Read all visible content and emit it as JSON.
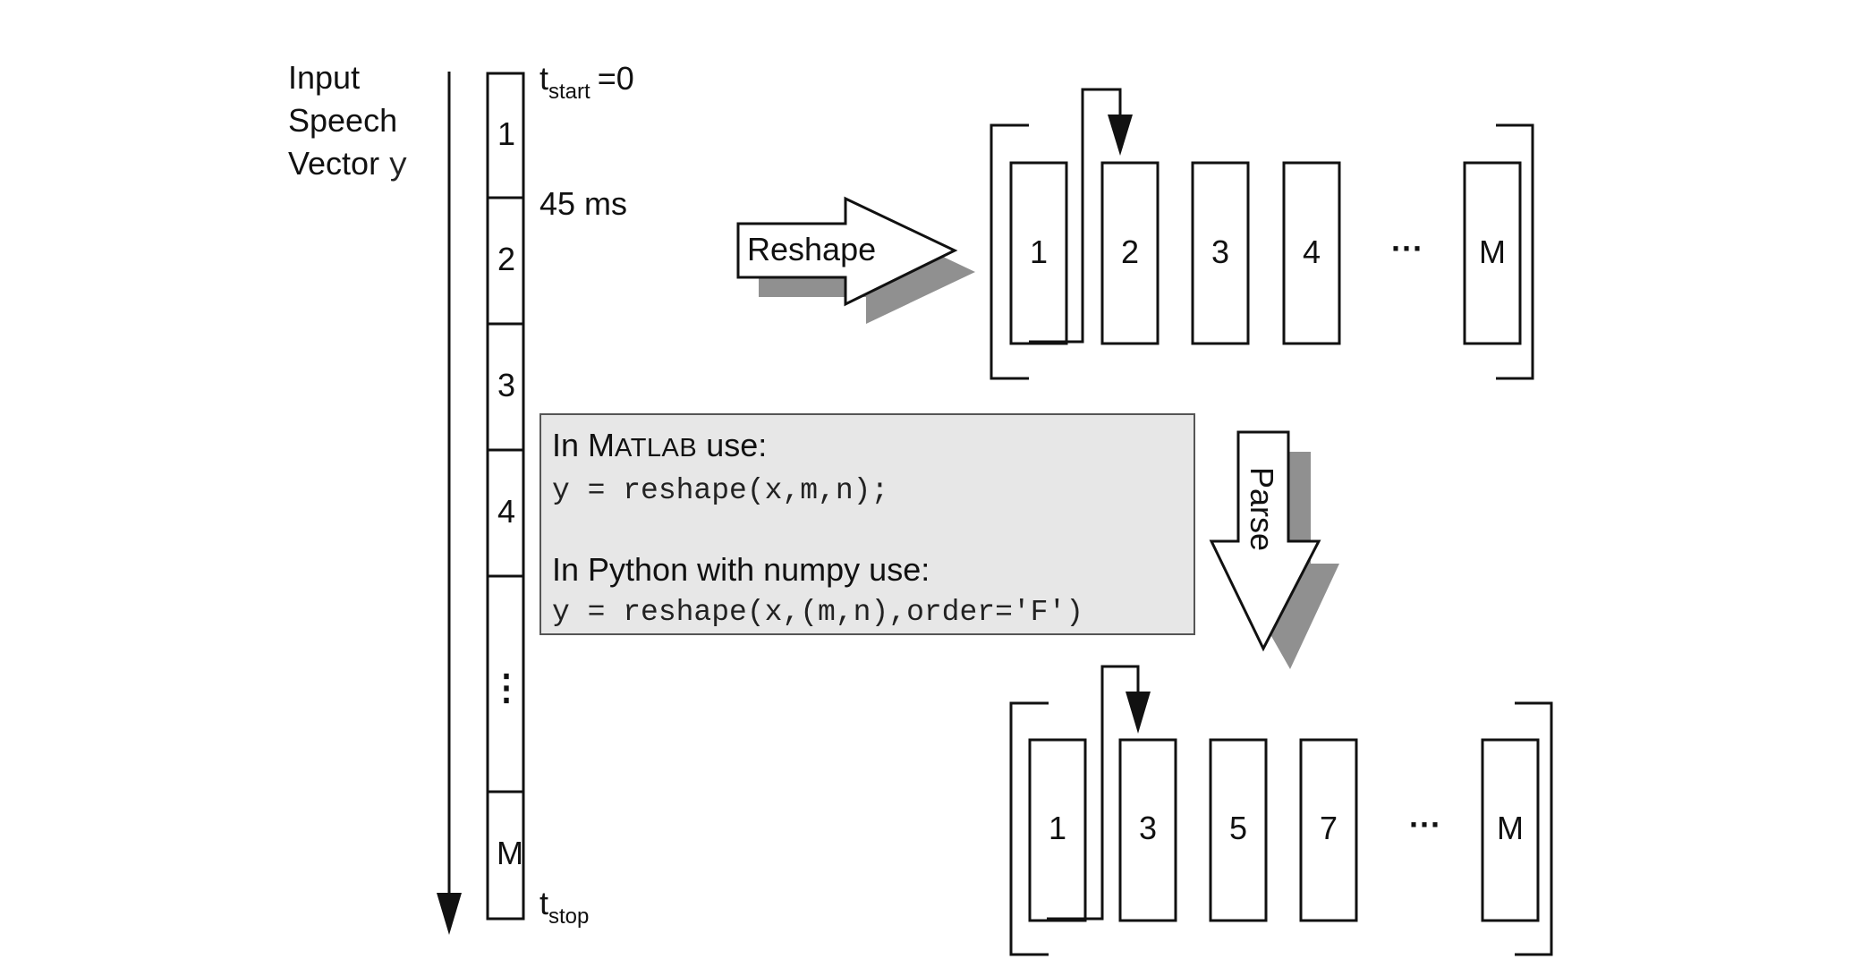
{
  "input_label": {
    "line1": "Input",
    "line2": "Speech",
    "line3_text": "Vector",
    "line3_var": "y"
  },
  "time_labels": {
    "t_start_base": "t",
    "t_start_sub": "start",
    "t_start_value": "=0",
    "frame_duration": "45 ms",
    "t_stop_base": "t",
    "t_stop_sub": "stop"
  },
  "vertical_segments": [
    "1",
    "2",
    "3",
    "4",
    "⋮",
    "M"
  ],
  "reshape_label": "Reshape",
  "parse_label": "Parse",
  "reshaped_frames": [
    "1",
    "2",
    "3",
    "4",
    "···",
    "M"
  ],
  "parsed_frames": [
    "1",
    "3",
    "5",
    "7",
    "···",
    "M"
  ],
  "code_box": {
    "matlab_prefix": "In M",
    "matlab_smallcaps": "ATLAB",
    "matlab_suffix": " use:",
    "matlab_code": "y = reshape(x,m,n);",
    "python_heading": "In Python with numpy use:",
    "python_code": "y = reshape(x,(m,n),order='F')"
  }
}
